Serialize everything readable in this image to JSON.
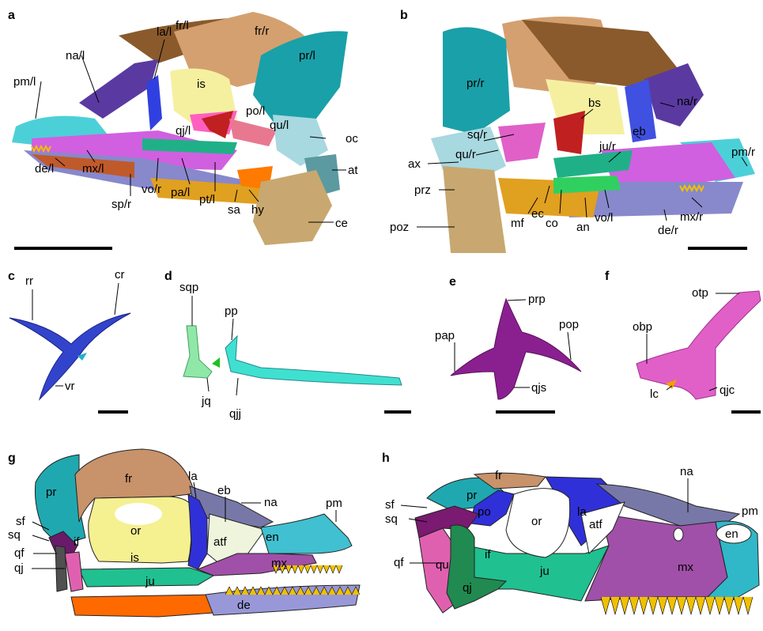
{
  "panels": {
    "a": {
      "letter": "a",
      "labels": [
        "pm/l",
        "na/l",
        "la/l",
        "fr/l",
        "fr/r",
        "pr/l",
        "is",
        "po/l",
        "qj/l",
        "qu/l",
        "oc",
        "at",
        "ce",
        "hy",
        "sa",
        "pt/l",
        "pa/l",
        "vo/r",
        "sp/r",
        "mx/l",
        "de/l"
      ]
    },
    "b": {
      "letter": "b",
      "labels": [
        "pr/r",
        "bs",
        "sq/r",
        "qu/r",
        "ax",
        "prz",
        "poz",
        "mf",
        "ec",
        "co",
        "an",
        "vo/l",
        "ju/r",
        "eb",
        "na/r",
        "pm/r",
        "mx/r",
        "de/r"
      ]
    },
    "c": {
      "letter": "c",
      "labels": [
        "rr",
        "cr",
        "vr"
      ]
    },
    "d": {
      "letter": "d",
      "labels": [
        "sqp",
        "pp",
        "jq",
        "qjj"
      ]
    },
    "e": {
      "letter": "e",
      "labels": [
        "prp",
        "pap",
        "pop",
        "qjs"
      ]
    },
    "f": {
      "letter": "f",
      "labels": [
        "otp",
        "obp",
        "lc",
        "qjc"
      ]
    },
    "g": {
      "letter": "g",
      "labels": [
        "pr",
        "fr",
        "la",
        "eb",
        "na",
        "pm",
        "sf",
        "sq",
        "qf",
        "qj",
        "if",
        "or",
        "is",
        "atf",
        "en",
        "mx",
        "ju",
        "de"
      ]
    },
    "h": {
      "letter": "h",
      "labels": [
        "fr",
        "la",
        "na",
        "pr",
        "sf",
        "po",
        "sq",
        "or",
        "atf",
        "pm",
        "en",
        "mx",
        "if",
        "qu",
        "ju",
        "qf",
        "qj"
      ]
    }
  },
  "colors": {
    "premaxilla": "#4cc8d0",
    "frontal": "#c8926a",
    "frontal_dark": "#8a5a2c",
    "parietal": "#1a9aa0",
    "nasal": "#5a5a9a",
    "lacrimal": "#3a3ad8",
    "maxilla": "#a050a8",
    "jugal": "#20c090",
    "quadrate": "#e060b0",
    "quadratojugal": "#208a50",
    "squamosal": "#7a1a70",
    "interorbital": "#f5f090",
    "dentary": "#9898d8",
    "splenial": "#ff6a00",
    "teeth": "#f0c000",
    "lacrimal_c": "#3344cc",
    "quadratojugal_d": "#40e0d0",
    "squamosal_d": "#90e8a8",
    "postorbital_e": "#8a2090",
    "quadrate_f": "#e060c8",
    "cervical": "#c8a870",
    "occipital": "#a8d8e0",
    "basisphenoid": "#c02020",
    "eb_fill": "#eef5dc",
    "antorbital_fill": "#eef5dc"
  }
}
